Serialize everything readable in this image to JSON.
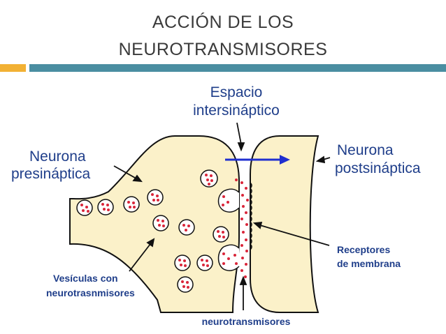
{
  "slide": {
    "title_line1": "ACCIÓN DE LOS",
    "title_line2": "NEUROTRANSMISORES"
  },
  "diagram": {
    "label_espacio_1": "Espacio",
    "label_espacio_2": "intersináptico",
    "label_pre_1": "Neurona",
    "label_pre_2": "presináptica",
    "label_post_1": "Neurona",
    "label_post_2": "postsináptica",
    "label_receptores_1": "Receptores",
    "label_receptores_2": "de membrana",
    "label_vesiculas_1": "Vesículas con",
    "label_vesiculas_2": "neurotrasnmisores",
    "label_neuro": "neurotransmisores"
  },
  "colors": {
    "cell_fill": "#fbf1c9",
    "dot": "#d9263a",
    "arrow": "#1f2fd0",
    "label_text": "#1f3e8a",
    "accent_orange": "#f2b134",
    "accent_teal": "#4a8ea1"
  }
}
